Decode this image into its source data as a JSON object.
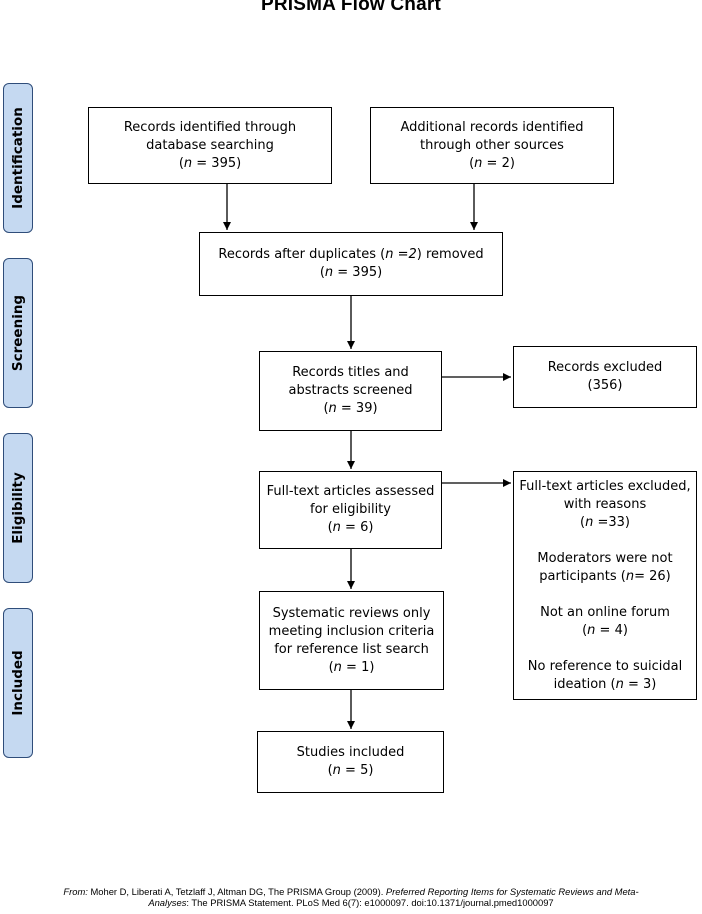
{
  "title": "PRISMA Flow Chart",
  "stages": {
    "identification": "Identification",
    "screening": "Screening",
    "eligibility": "Eligibility",
    "included": "Included"
  },
  "boxes": {
    "db_search": {
      "line1": "Records identified through",
      "line2": "database searching",
      "n_prefix": "(",
      "n_label": "n",
      "n_value": " = 395)"
    },
    "other_sources": {
      "line1": "Additional records identified",
      "line2": "through other sources",
      "n_prefix": "(",
      "n_label": "n",
      "n_value": " = 2)"
    },
    "after_duplicates": {
      "line1_a": "Records after duplicates (",
      "line1_n": "n =2",
      "line1_b": ") removed",
      "n_prefix": "(",
      "n_label": "n",
      "n_value": " = 395)"
    },
    "screened": {
      "line1": "Records titles and",
      "line2": "abstracts screened",
      "n_prefix": "(",
      "n_label": "n",
      "n_value": " = 39)"
    },
    "excluded": {
      "line1": "Records excluded",
      "n_value": "(356)"
    },
    "fulltext_assessed": {
      "line1": "Full-text articles assessed",
      "line2": "for eligibility",
      "n_prefix": "(",
      "n_label": "n",
      "n_value": " = 6)"
    },
    "fulltext_excluded": {
      "line1": "Full-text articles excluded,",
      "line2": "with reasons",
      "n_prefix": "(",
      "n_label": "n",
      "n_value": " =33)",
      "reason1_line1": "Moderators were not",
      "reason1_line2_a": "participants (",
      "reason1_line2_n": "n",
      "reason1_line2_b": "= 26)",
      "reason2_line1": "Not an online forum",
      "reason2_line2_a": "(",
      "reason2_line2_n": "n",
      "reason2_line2_b": " = 4)",
      "reason3_line1": "No reference to suicidal",
      "reason3_line2_a": "ideation (",
      "reason3_line2_n": "n",
      "reason3_line2_b": " = 3)"
    },
    "systematic_reviews": {
      "line1": "Systematic reviews only",
      "line2": "meeting inclusion criteria",
      "line3": "for reference list search",
      "n_prefix": "(",
      "n_label": "n",
      "n_value": " = 1)"
    },
    "studies_included": {
      "line1": "Studies included",
      "n_prefix": "(",
      "n_label": "n",
      "n_value": " = 5)"
    }
  },
  "footer": {
    "from": "From:",
    "text_a": "  Moher D, Liberati A, Tetzlaff J, Altman DG, The PRISMA Group (2009). ",
    "text_b": "Preferred Reporting Items for Systematic Reviews and Meta-",
    "text_c": "Analyses",
    "text_d": ": The PRISMA Statement. PLoS Med 6(7): e1000097. doi:10.1371/journal.pmed1000097"
  }
}
